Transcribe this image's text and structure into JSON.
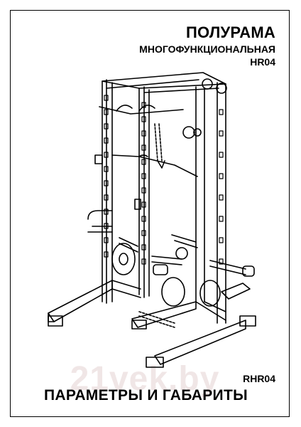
{
  "header": {
    "title": "ПОЛУРАМА",
    "subtitle": "МНОГОФУНКЦИОНАЛЬНАЯ",
    "model": "HR04"
  },
  "illustration": {
    "icon": "half-rack-drawing-icon"
  },
  "watermark": "21vek.by",
  "footer": {
    "code": "RHR04",
    "section_title": "ПАРАМЕТРЫ И ГАБАРИТЫ"
  }
}
